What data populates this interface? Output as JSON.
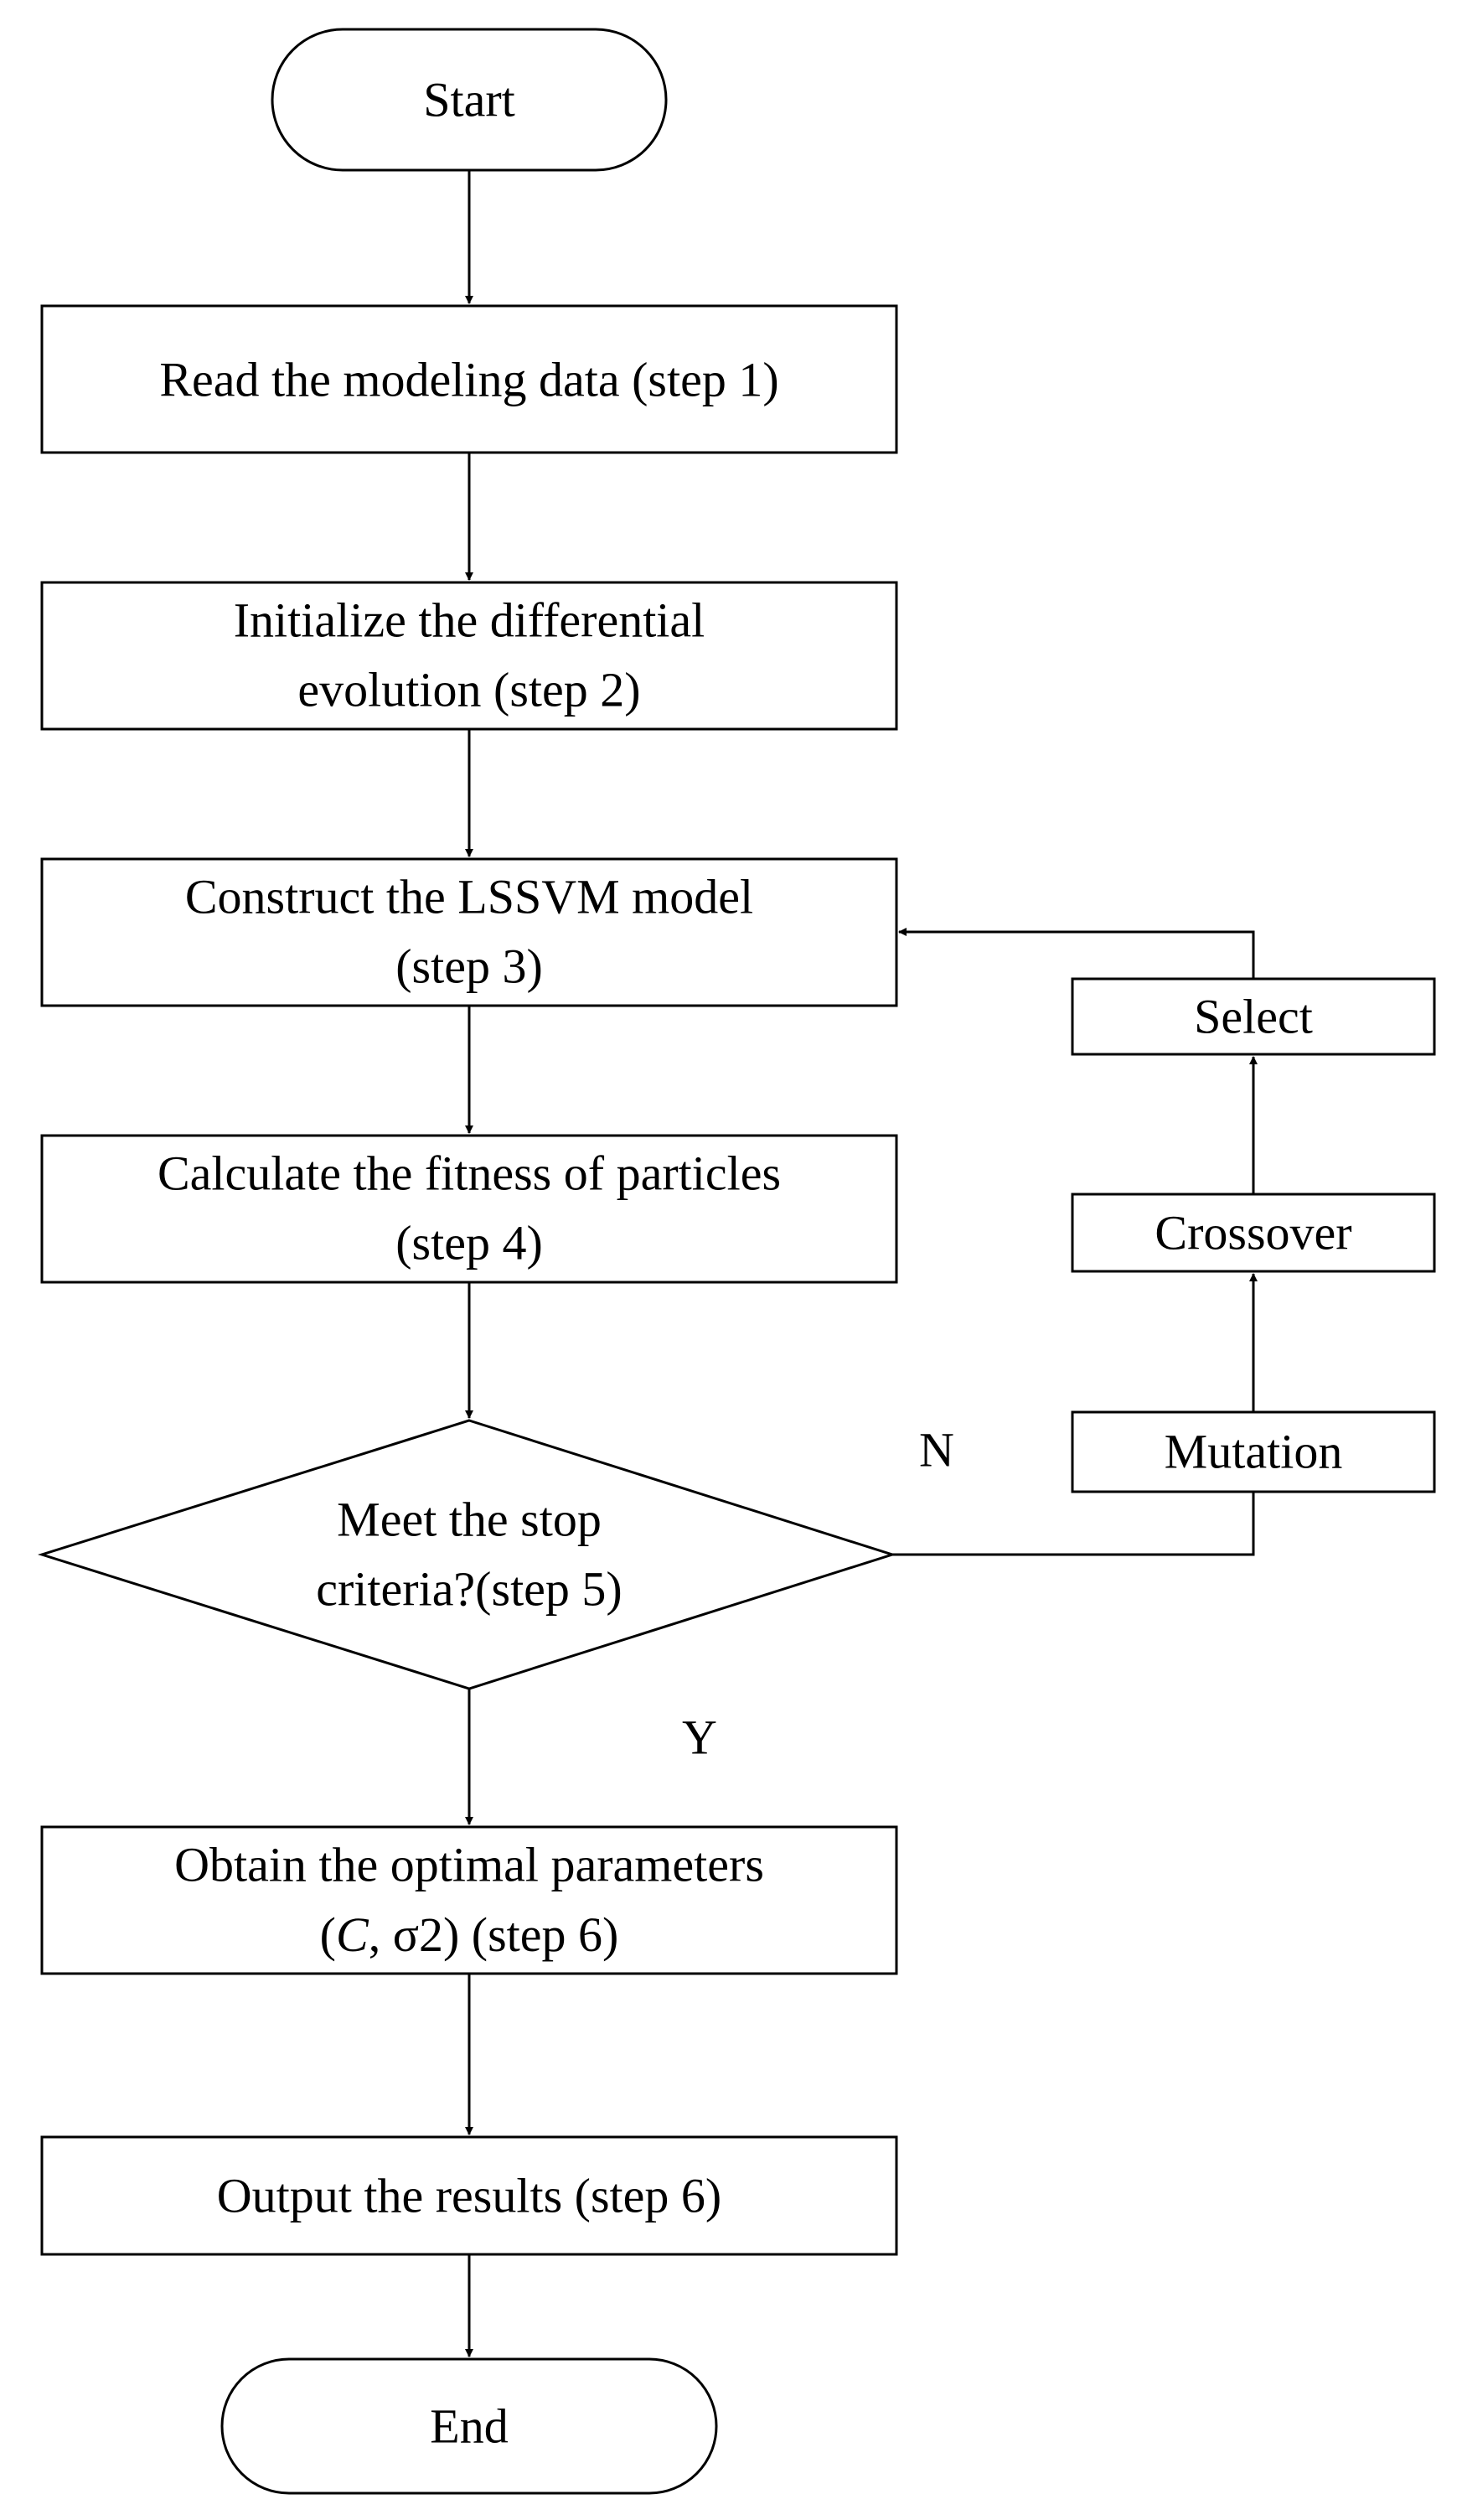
{
  "flowchart": {
    "start": "Start",
    "step1": "Read the modeling data (step 1)",
    "step2": [
      "Initialize the differential",
      "evolution (step 2)"
    ],
    "step3": [
      "Construct the LSSVM model",
      "(step 3)"
    ],
    "step4": [
      "Calculate the fitness of particles",
      "(step 4)"
    ],
    "decision": [
      "Meet the stop",
      "criteria?(step 5)"
    ],
    "no_label": "N",
    "yes_label": "Y",
    "mutation": "Mutation",
    "crossover": "Crossover",
    "select": "Select",
    "step6": {
      "line1": "Obtain the optimal parameters",
      "line2_open": "(",
      "line2_c": "C",
      "line2_rest": ", σ2) (step 6)"
    },
    "output": "Output the results (step 6)",
    "end": "End"
  },
  "colors": {
    "stroke": "#000000",
    "background": "#ffffff"
  }
}
